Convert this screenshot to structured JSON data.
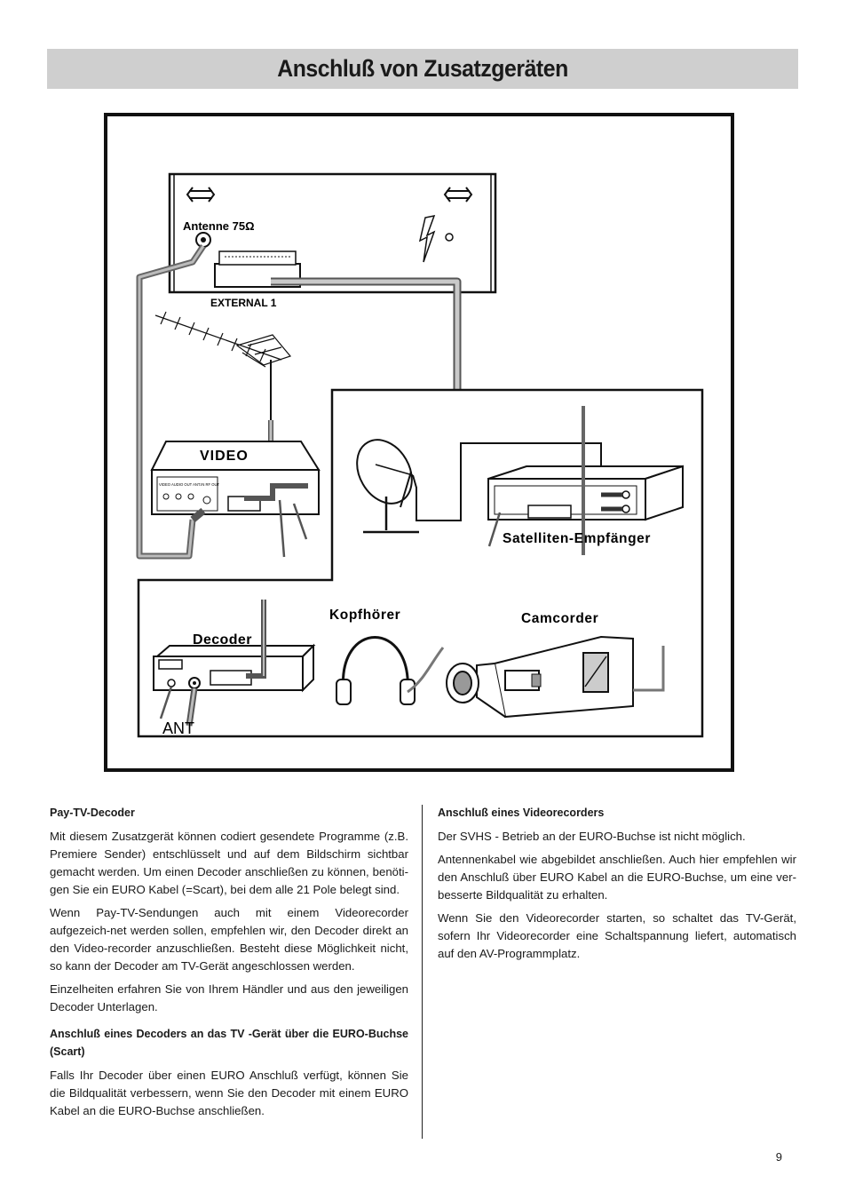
{
  "page": {
    "title": "Anschluß von Zusatzgeräten",
    "number": "9"
  },
  "diagram": {
    "labels": {
      "antenna": "Antenne 75Ω",
      "external": "EXTERNAL 1",
      "video": "VIDEO",
      "satellite_receiver": "Satelliten-Empfänger",
      "headphones": "Kopfhörer",
      "camcorder": "Camcorder",
      "decoder": "Decoder",
      "ant": "ANT",
      "vcr_jacks": "VIDEO AUDIO OUT  ANT.IN  RF OUT"
    }
  },
  "left_column": {
    "heading1": "Pay-TV-Decoder",
    "p1": "Mit diesem Zusatzgerät können codiert gesendete Programme (z.B. Premiere Sender) entschlüsselt und auf dem Bildschirm sichtbar gemacht werden. Um einen Decoder anschließen zu können, benöti-gen Sie ein EURO Kabel (=Scart), bei dem alle 21 Pole belegt sind.",
    "p2": "Wenn Pay-TV-Sendungen auch mit einem Videorecorder aufgezeich-net werden sollen, empfehlen wir, den Decoder direkt an den Video-recorder anzuschließen. Besteht diese Möglichkeit nicht, so kann der Decoder am TV-Gerät angeschlossen werden.",
    "p3": "Einzelheiten erfahren Sie von Ihrem Händler und aus den jeweiligen Decoder Unterlagen.",
    "heading2": "Anschluß eines Decoders an das TV -Gerät über die EURO-Buchse (Scart)",
    "p4": "Falls Ihr Decoder über einen EURO Anschluß verfügt, können Sie die Bildqualität verbessern, wenn Sie den Decoder mit einem EURO Kabel an die EURO-Buchse anschließen."
  },
  "right_column": {
    "heading1": "Anschluß eines Videorecorders",
    "p1": "Der SVHS - Betrieb an der EURO-Buchse ist nicht möglich.",
    "p2": "Antennenkabel wie abgebildet anschließen. Auch hier empfehlen wir den Anschluß über EURO Kabel an die EURO-Buchse, um eine ver-besserte Bildqualität zu erhalten.",
    "p3": "Wenn Sie den Videorecorder starten, so schaltet das TV-Gerät, sofern Ihr Videorecorder eine Schaltspannung liefert, automatisch auf den AV-Programmplatz."
  }
}
